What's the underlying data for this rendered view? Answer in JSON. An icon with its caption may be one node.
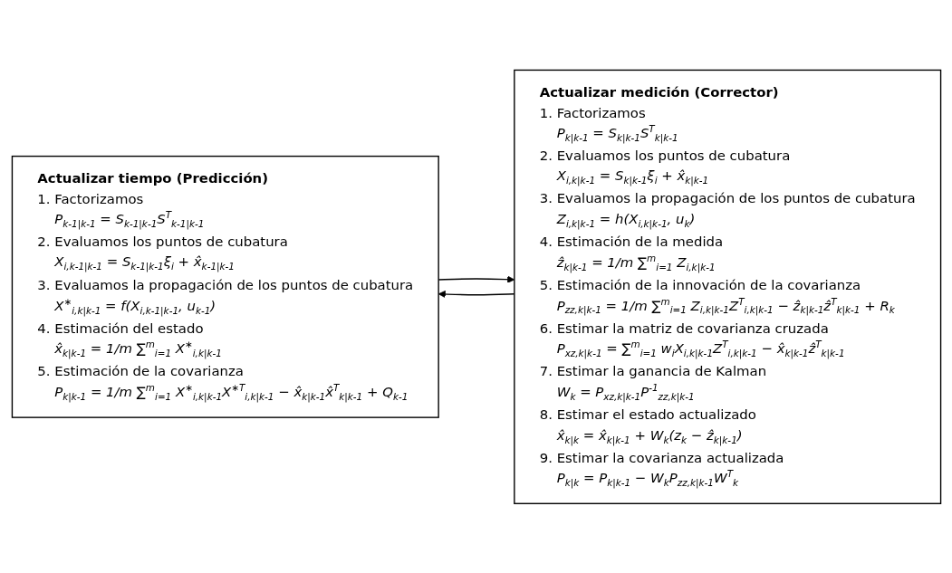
{
  "diagram": {
    "nodes": [
      {
        "text": [
          "Actualizar tiempo (Predicción)",
          "1. Factorizamos",
          "P$_{k-1|k-1}$ = S$_{k-1|k-1}$S$^{T}$$_{k-1|k-1}$",
          "2. Evaluamos los puntos de cubatura",
          "X$_{i,k-1|k-1}$ = S$_{k-1|k-1}$ξ$_{i}$ + x̂$_{k-1|k-1}$",
          "3. Evaluamos la propagación de los puntos de cubatura",
          "X$^{∗}$$_{i,k|k-1}$ = f(X$_{i,k-1|k-1}$, u$_{k-1}$)",
          "4. Estimación del estado",
          "x̂$_{k|k-1}$ = 1/m ∑$^{m}$$_{i=1}$ X$^{∗}$$_{i,k|k-1}$",
          "5. Estimación de la covarianza",
          "P$_{k|k-1}$ = 1/m ∑$^{m}$$_{i=1}$ X$^{∗}$$_{i,k|k-1}$X$^{∗T}$$_{i,k|k-1}$ − x̂$_{k|k-1}$x̂$^{T}$$_{k|k-1}$ + Q$_{k-1}$"
        ]
      },
      {
        "text": [
          "Actualizar medición (Corrector)",
          "1. Factorizamos",
          "P$_{k|k-1}$ = S$_{k|k-1}$S$^{T}$$_{k|k-1}$",
          "2. Evaluamos los puntos de cubatura",
          "X$_{i,k|k-1}$ = S$_{k|k-1}$ξ$_{i}$ + x̂$_{k|k-1}$",
          "3. Evaluamos la propagación de los puntos de cubatura",
          "Z$_{i,k|k-1}$ = h(X$_{i,k|k-1}$, u$_{k}$)",
          "4. Estimación de la medida",
          "ẑ$_{k|k-1}$ = 1/m ∑$^{m}$$_{i=1}$ Z$_{i,k|k-1}$",
          "5. Estimación de la innovación de la covarianza",
          "P$_{zz,k|k-1}$ = 1/m ∑$^{m}$$_{i=1}$ Z$_{i,k|k-1}$Z$^{T}$$_{i,k|k-1}$ − ẑ$_{k|k-1}$ẑ$^{T}$$_{k|k-1}$ + R$_{k}$",
          "6. Estimar la matriz de covarianza cruzada",
          "P$_{xz,k|k-1}$ = ∑$^{m}$$_{i=1}$ w$_{i}$X$_{i,k|k-1}$Z$^{T}$$_{i,k|k-1}$ − x̂$_{k|k-1}$ẑ$^{T}$$_{k|k-1}$",
          "7. Estimar la ganancia de Kalman",
          "W$_{k}$ = P$_{xz,k|k-1}$P$^{-1}$$_{zz,k|k-1}$",
          "8. Estimar el estado actualizado",
          "x̂$_{k|k}$ = x̂$_{k|k-1}$ + W$_{k}$(z$_{k}$ − ẑ$_{k|k-1}$)",
          "9. Estimar la covarianza actualizada",
          "P$_{k|k}$ = P$_{k|k-1}$ − W$_{k}$P$_{zz,k|k-1}$W$^{T}$$_{k}$"
        ]
      }
    ],
    "edges": [
      {
        "from": 0,
        "to": 1,
        "arrow": "to"
      },
      {
        "from": 1,
        "to": 0,
        "arrow": "to"
      }
    ]
  }
}
